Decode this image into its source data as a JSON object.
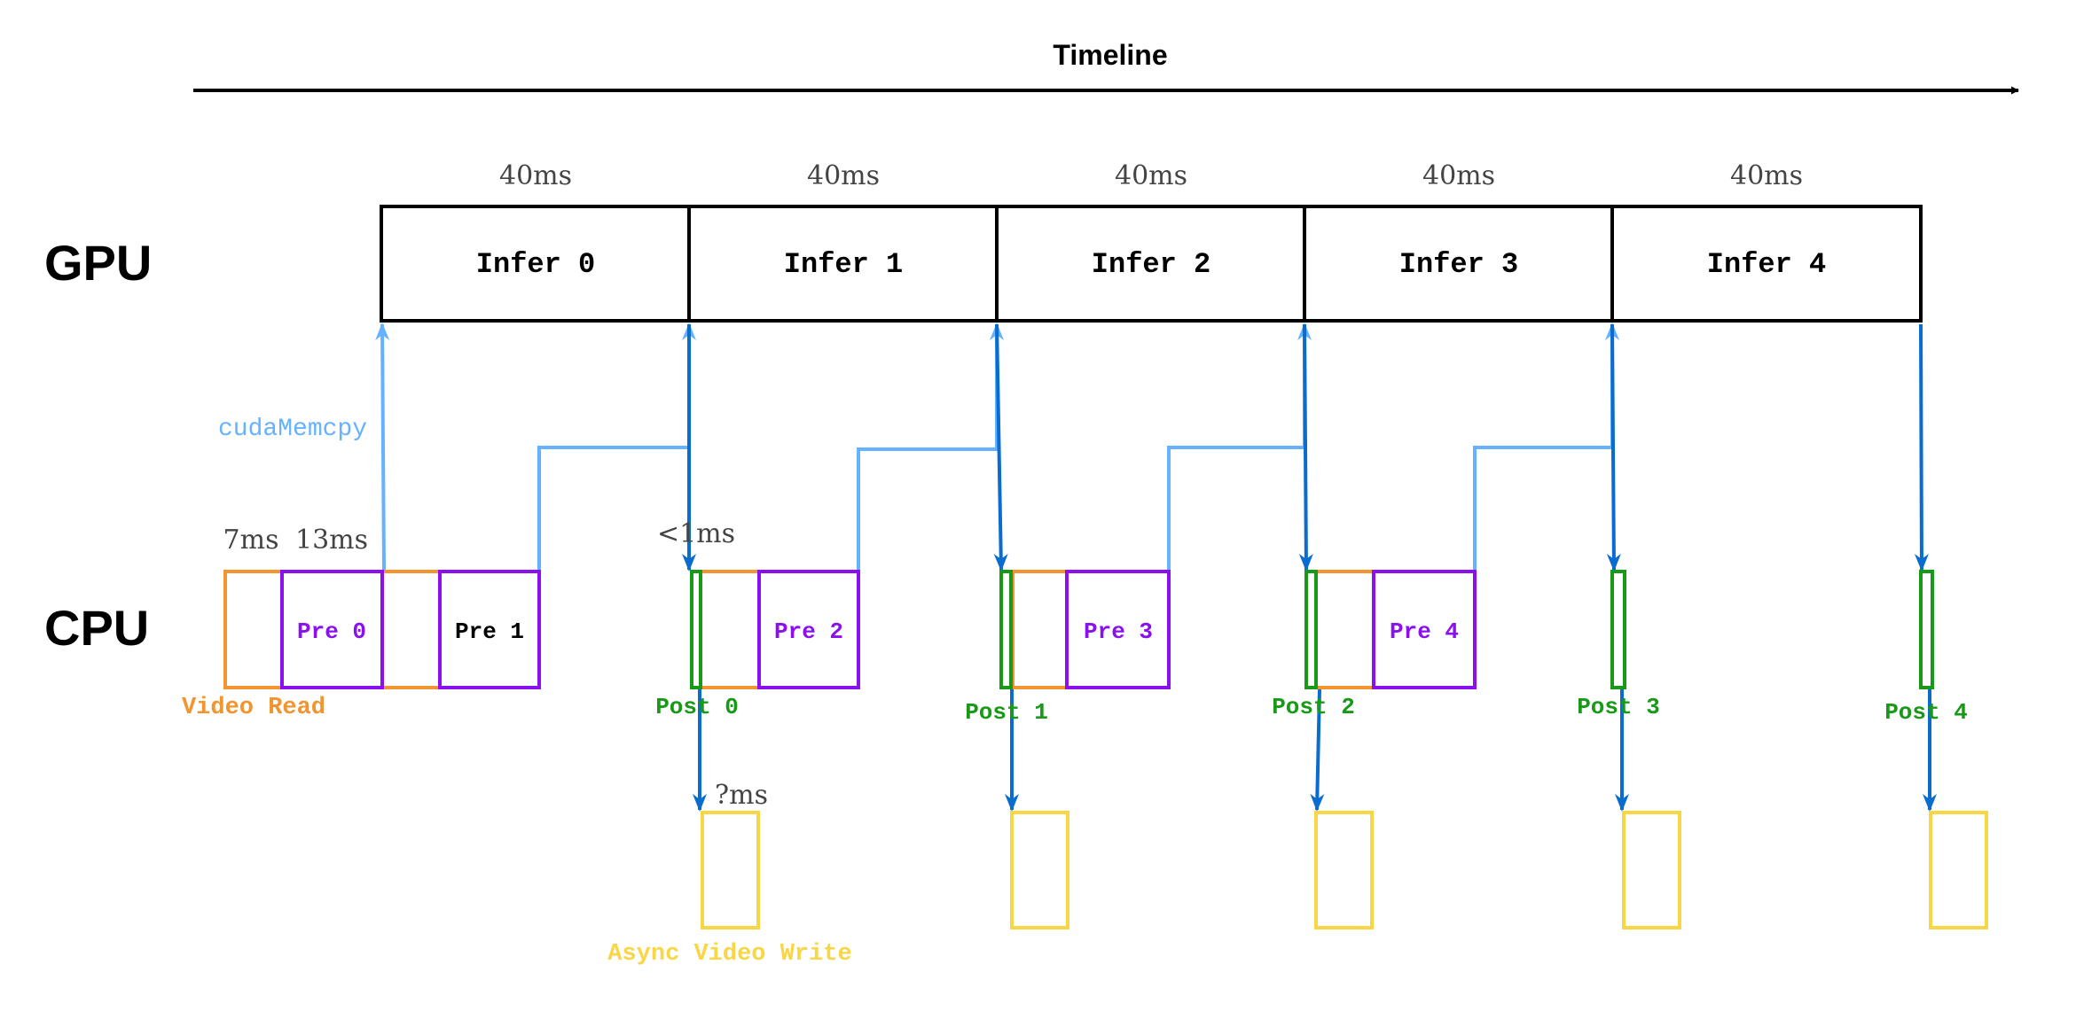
{
  "timeline": {
    "label": "Timeline"
  },
  "rows": {
    "gpu": "GPU",
    "cpu": "CPU"
  },
  "gpu_blocks": [
    {
      "label": "Infer 0",
      "duration": "40ms"
    },
    {
      "label": "Infer 1",
      "duration": "40ms"
    },
    {
      "label": "Infer 2",
      "duration": "40ms"
    },
    {
      "label": "Infer 3",
      "duration": "40ms"
    },
    {
      "label": "Infer 4",
      "duration": "40ms"
    }
  ],
  "cpu_pre": [
    "Pre 0",
    "Pre 1",
    "Pre 2",
    "Pre 3",
    "Pre 4"
  ],
  "cpu_post": [
    "Post 0",
    "Post 1",
    "Post 2",
    "Post 3",
    "Post 4"
  ],
  "annotations": {
    "video_read": "Video Read",
    "read_time": "7ms",
    "pre_time": "13ms",
    "cuda_memcpy": "cudaMemcpy",
    "post_time": "<1ms",
    "write_time": "?ms",
    "async_write": "Async Video Write"
  },
  "colors": {
    "orange": "#F2942F",
    "purple": "#8A10F0",
    "green": "#189A18",
    "yellow": "#F8D646",
    "light_blue": "#66B2FF",
    "dark_blue": "#0A6CCE",
    "black": "#000000",
    "gray_text": "#444444"
  }
}
